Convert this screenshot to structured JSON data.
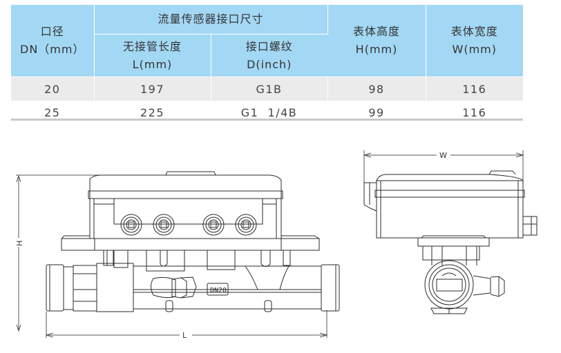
{
  "spec_table": {
    "headers": {
      "diameter": {
        "line1": "口径",
        "line2": "DN（mm）"
      },
      "group": "流量传感器接口尺寸",
      "length": {
        "line1": "无接管长度",
        "line2": "L(mm)"
      },
      "thread": {
        "line1": "接口螺纹",
        "line2": "D(inch)"
      },
      "height": {
        "line1": "表体高度",
        "line2": "H(mm)"
      },
      "width": {
        "line1": "表体宽度",
        "line2": "W(mm)"
      }
    },
    "rows": [
      {
        "dn": "20",
        "length": "197",
        "thread": "G1B",
        "height": "98",
        "width": "116"
      },
      {
        "dn": "25",
        "length": "225",
        "thread": "G1  1/4B",
        "height": "99",
        "width": "116"
      }
    ],
    "colors": {
      "header_bg": "#a3d8f5",
      "row_alt_bg": "#ebebeb",
      "rule": "#c8c8c8"
    }
  },
  "drawing": {
    "front_view": {
      "height_label": "H",
      "length_label": "L",
      "pipe_marking": "DN20"
    },
    "side_view": {
      "width_label": "W"
    }
  }
}
